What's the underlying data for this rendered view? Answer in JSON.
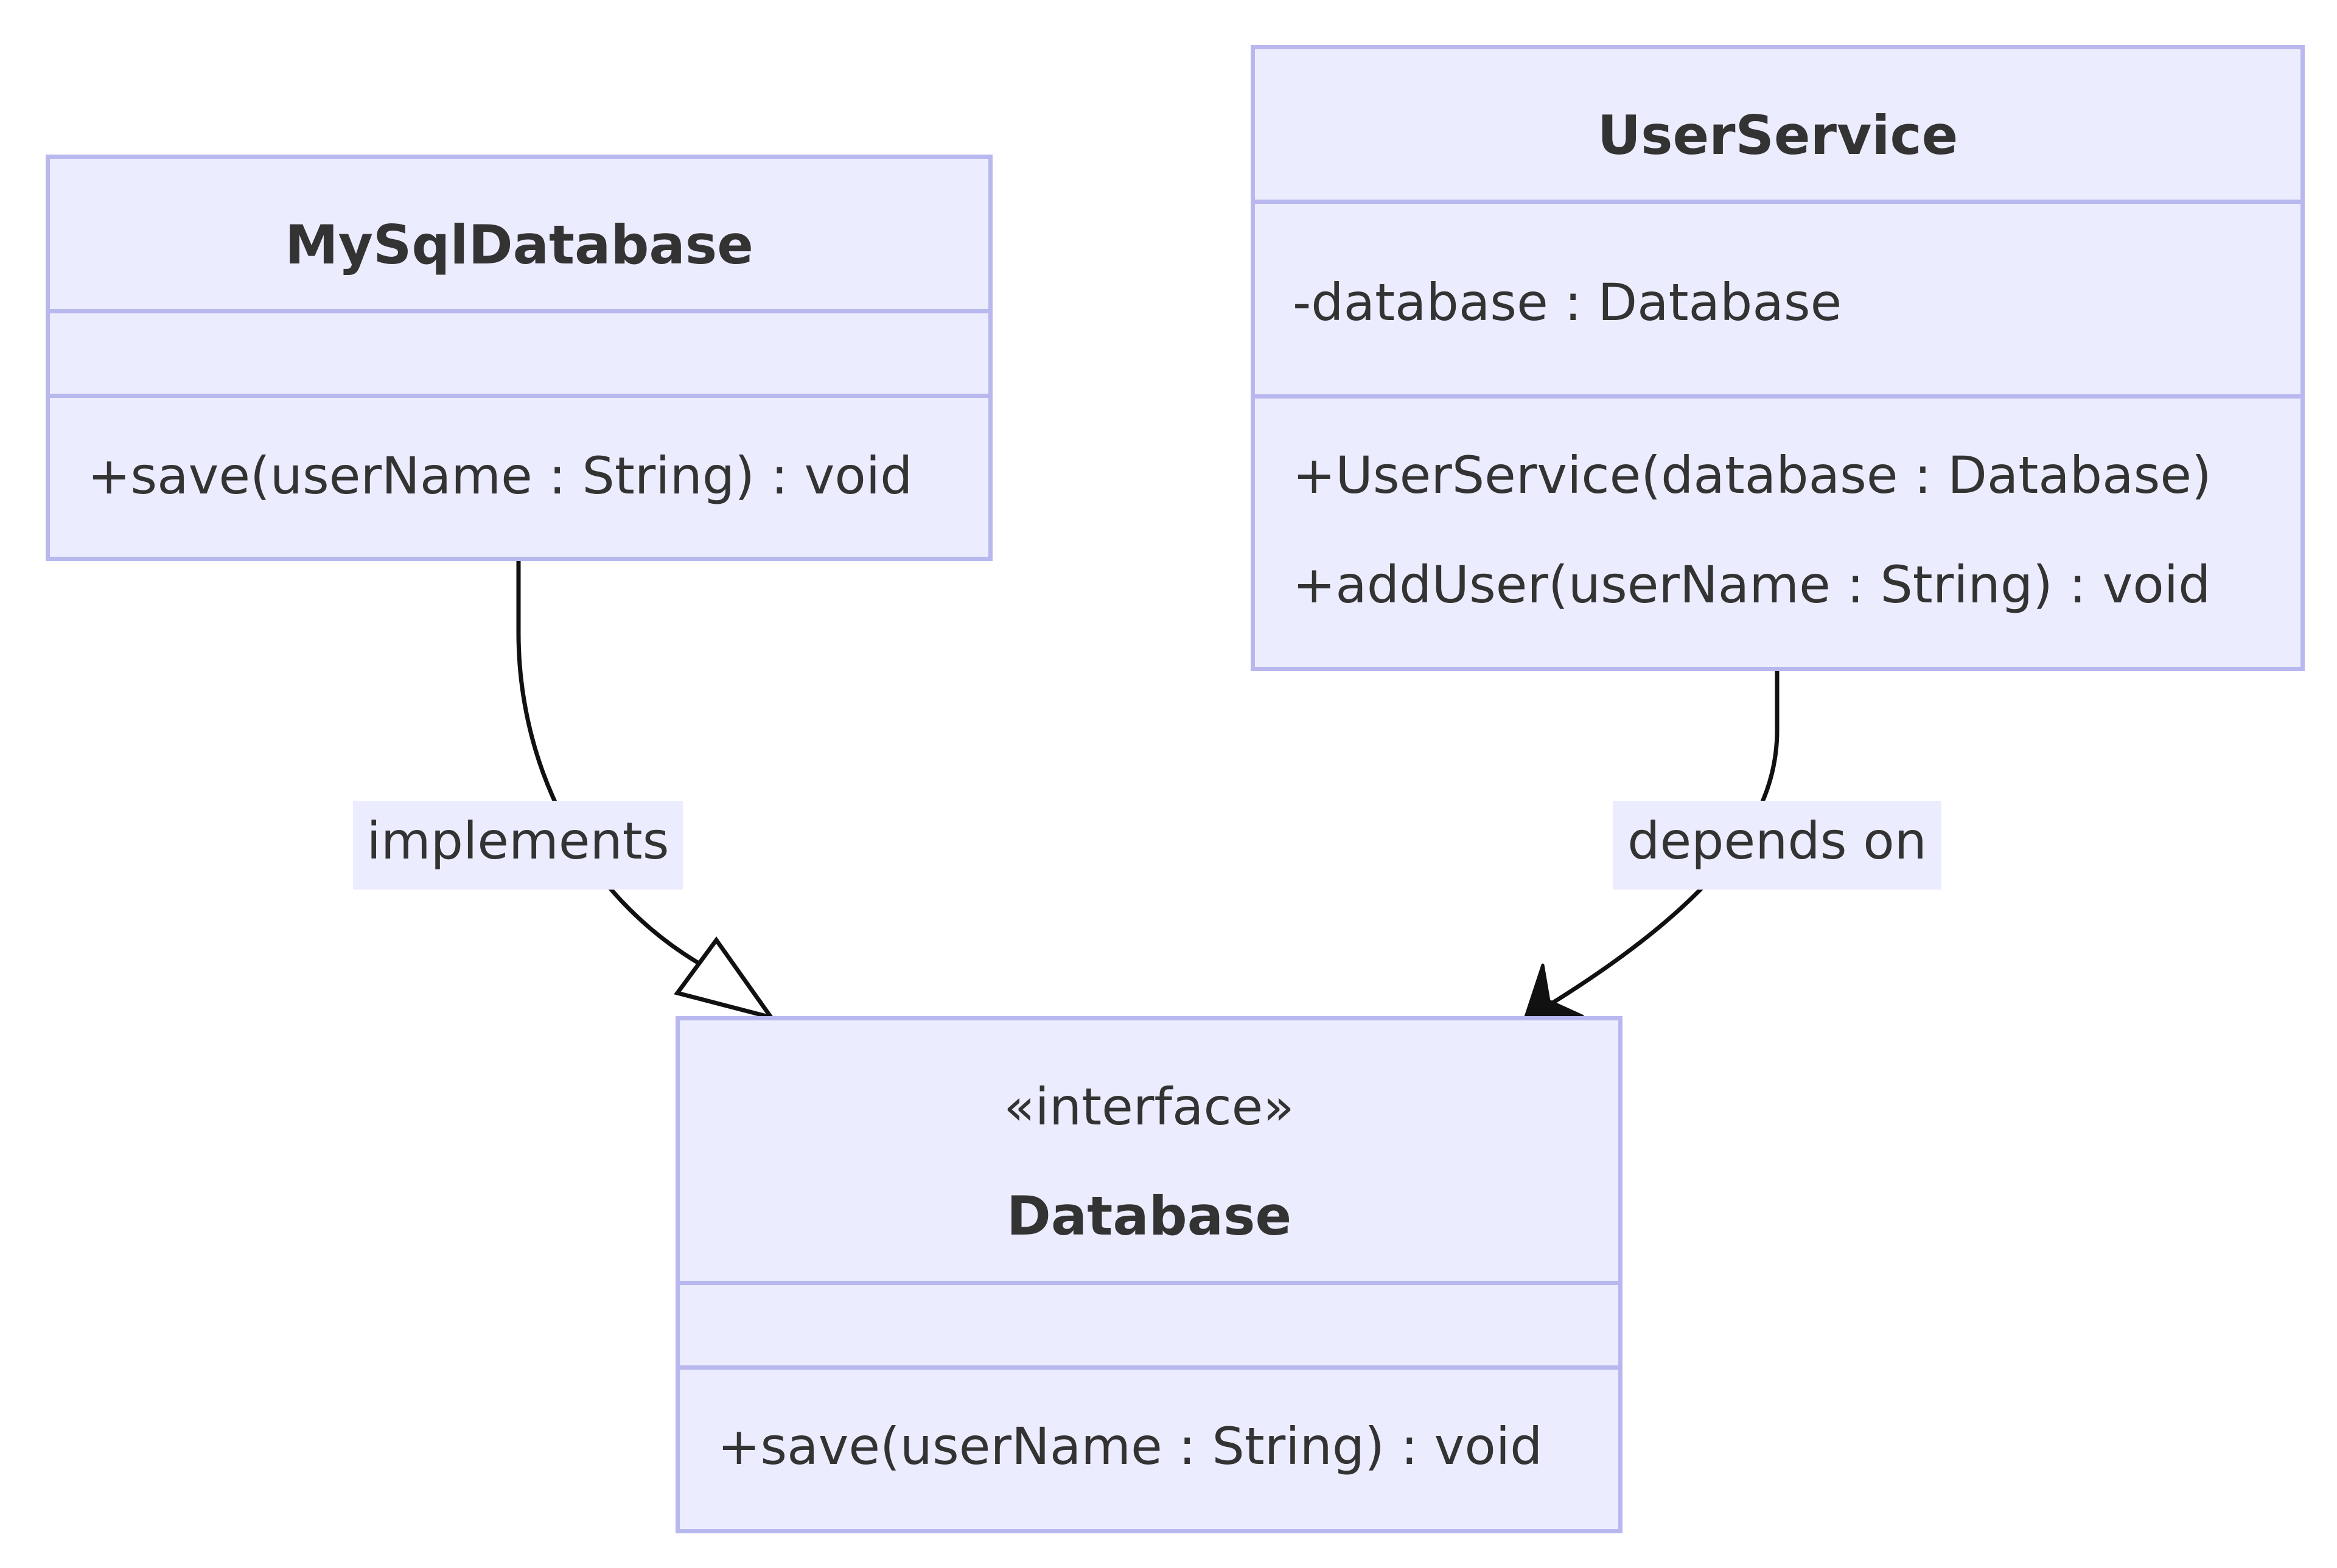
{
  "classes": {
    "mysql_database": {
      "name": "MySqlDatabase",
      "attributes": [],
      "methods": [
        "+save(userName : String) : void"
      ]
    },
    "user_service": {
      "name": "UserService",
      "attributes": [
        "-database : Database"
      ],
      "methods": [
        "+UserService(database : Database)",
        "+addUser(userName : String) : void"
      ]
    },
    "database": {
      "stereotype": "«interface»",
      "name": "Database",
      "attributes": [],
      "methods": [
        "+save(userName : String) : void"
      ]
    }
  },
  "relations": [
    {
      "from": "MySqlDatabase",
      "to": "Database",
      "label": "implements",
      "kind": "realization"
    },
    {
      "from": "UserService",
      "to": "Database",
      "label": "depends on",
      "kind": "association"
    }
  ],
  "colors": {
    "class_fill": "#ececff",
    "class_border": "#b8b8ef",
    "edge": "#111111",
    "text": "#333333",
    "background": "#ffffff"
  }
}
